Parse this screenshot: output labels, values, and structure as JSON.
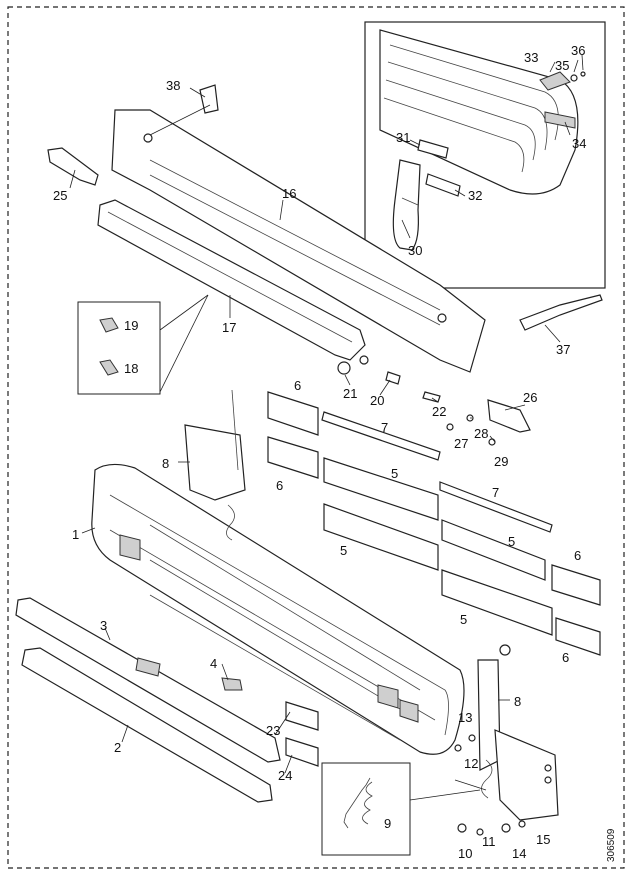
{
  "figure_code": "306509",
  "callouts": [
    {
      "id": "38",
      "text": "38"
    },
    {
      "id": "25",
      "text": "25"
    },
    {
      "id": "16",
      "text": "16"
    },
    {
      "id": "17",
      "text": "17"
    },
    {
      "id": "19",
      "text": "19"
    },
    {
      "id": "18",
      "text": "18"
    },
    {
      "id": "21",
      "text": "21"
    },
    {
      "id": "20",
      "text": "20"
    },
    {
      "id": "22",
      "text": "22"
    },
    {
      "id": "27",
      "text": "27"
    },
    {
      "id": "28",
      "text": "28"
    },
    {
      "id": "29",
      "text": "29"
    },
    {
      "id": "26",
      "text": "26"
    },
    {
      "id": "37",
      "text": "37"
    },
    {
      "id": "33",
      "text": "33"
    },
    {
      "id": "35",
      "text": "35"
    },
    {
      "id": "36",
      "text": "36"
    },
    {
      "id": "34",
      "text": "34"
    },
    {
      "id": "31",
      "text": "31"
    },
    {
      "id": "32",
      "text": "32"
    },
    {
      "id": "30",
      "text": "30"
    },
    {
      "id": "8a",
      "text": "8"
    },
    {
      "id": "6a",
      "text": "6"
    },
    {
      "id": "6b",
      "text": "6"
    },
    {
      "id": "7a",
      "text": "7"
    },
    {
      "id": "5a",
      "text": "5"
    },
    {
      "id": "7b",
      "text": "7"
    },
    {
      "id": "1",
      "text": "1"
    },
    {
      "id": "5b",
      "text": "5"
    },
    {
      "id": "5c",
      "text": "5"
    },
    {
      "id": "6c",
      "text": "6"
    },
    {
      "id": "5d",
      "text": "5"
    },
    {
      "id": "6d",
      "text": "6"
    },
    {
      "id": "3",
      "text": "3"
    },
    {
      "id": "4",
      "text": "4"
    },
    {
      "id": "2",
      "text": "2"
    },
    {
      "id": "23",
      "text": "23"
    },
    {
      "id": "24",
      "text": "24"
    },
    {
      "id": "8b",
      "text": "8"
    },
    {
      "id": "13",
      "text": "13"
    },
    {
      "id": "12",
      "text": "12"
    },
    {
      "id": "9",
      "text": "9"
    },
    {
      "id": "10",
      "text": "10"
    },
    {
      "id": "11",
      "text": "11"
    },
    {
      "id": "14",
      "text": "14"
    },
    {
      "id": "15",
      "text": "15"
    }
  ]
}
